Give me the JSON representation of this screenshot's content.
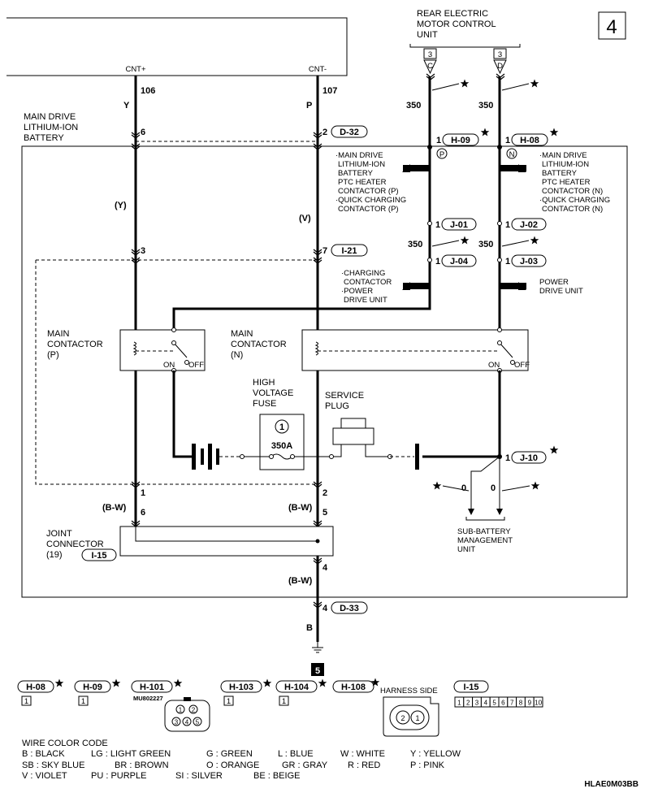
{
  "page_number": "4",
  "units": {
    "rear_emcu": [
      "REAR ELECTRIC",
      "MOTOR CONTROL",
      "UNIT"
    ],
    "battery": [
      "MAIN DRIVE",
      "LITHIUM-ION",
      "BATTERY"
    ],
    "main_contactor_p": [
      "MAIN",
      "CONTACTOR",
      "(P)"
    ],
    "main_contactor_n": [
      "MAIN",
      "CONTACTOR",
      "(N)"
    ],
    "hv_fuse": [
      "HIGH",
      "VOLTAGE",
      "FUSE"
    ],
    "service_plug": [
      "SERVICE",
      "PLUG"
    ],
    "joint_connector": [
      "JOINT",
      "CONNECTOR",
      "(19)"
    ],
    "sub_battery": [
      "SUB-BATTERY",
      "MANAGEMENT",
      "UNIT"
    ]
  },
  "notes": {
    "left_top": [
      "·MAIN DRIVE",
      "LITHIUM-ION",
      "BATTERY",
      "PTC HEATER",
      "CONTACTOR (P)",
      "·QUICK CHARGING",
      "CONTACTOR (P)"
    ],
    "right_top": [
      "·MAIN DRIVE",
      "LITHIUM-ION",
      "BATTERY",
      "PTC HEATER",
      "CONTACTOR (N)",
      "·QUICK CHARGING",
      "CONTACTOR (N)"
    ],
    "left_mid": [
      "·CHARGING",
      "CONTACTOR",
      "·POWER",
      "DRIVE UNIT"
    ],
    "right_mid": [
      "POWER",
      "DRIVE UNIT"
    ]
  },
  "signals": {
    "cnt_plus": "CNT+",
    "cnt_minus": "CNT-"
  },
  "wires": {
    "w106": "106",
    "w107": "107",
    "y": "Y",
    "p": "P",
    "y_paren": "(Y)",
    "v_paren": "(V)",
    "bw": "(B-W)",
    "b": "B",
    "w350": "350",
    "w0": "0"
  },
  "pins": {
    "c": "C",
    "d": "D",
    "three": "3",
    "p6": "6",
    "p2": "2",
    "p3": "3",
    "p7": "7",
    "p1": "1",
    "p5": "5",
    "p4": "4",
    "pc": "P",
    "nc": "N"
  },
  "connectors": {
    "d32": "D-32",
    "h09": "H-09",
    "h08": "H-08",
    "i21": "I-21",
    "j01": "J-01",
    "j02": "J-02",
    "j03": "J-03",
    "j04": "J-04",
    "j10": "J-10",
    "i15": "I-15",
    "d33": "D-33",
    "h101": "H-101",
    "h103": "H-103",
    "h104": "H-104",
    "h108": "H-108"
  },
  "switch": {
    "on": "ON",
    "off": "OFF"
  },
  "fuse": {
    "number": "1",
    "rating": "350A"
  },
  "legend": {
    "section": "5",
    "harness_side": "HARNESS SIDE",
    "part_number": "MU802227",
    "marker": "1",
    "h101_pins": [
      "1",
      "2",
      "3",
      "4",
      "5"
    ],
    "h108_pins": [
      "2",
      "1"
    ],
    "i15_pins": [
      "1",
      "2",
      "3",
      "4",
      "5",
      "6",
      "7",
      "8",
      "9",
      "10"
    ]
  },
  "wire_color_code": {
    "title": "WIRE COLOR CODE",
    "rows": [
      [
        "B : BLACK",
        "LG : LIGHT GREEN",
        "G : GREEN",
        "L : BLUE",
        "W : WHITE",
        "Y : YELLOW"
      ],
      [
        "SB : SKY BLUE",
        "BR : BROWN",
        "O : ORANGE",
        "GR : GRAY",
        "R : RED",
        "P : PINK"
      ],
      [
        "V : VIOLET",
        "PU : PURPLE",
        "SI : SILVER",
        "BE : BEIGE"
      ]
    ]
  },
  "figure_code": "HLAE0M03BB"
}
